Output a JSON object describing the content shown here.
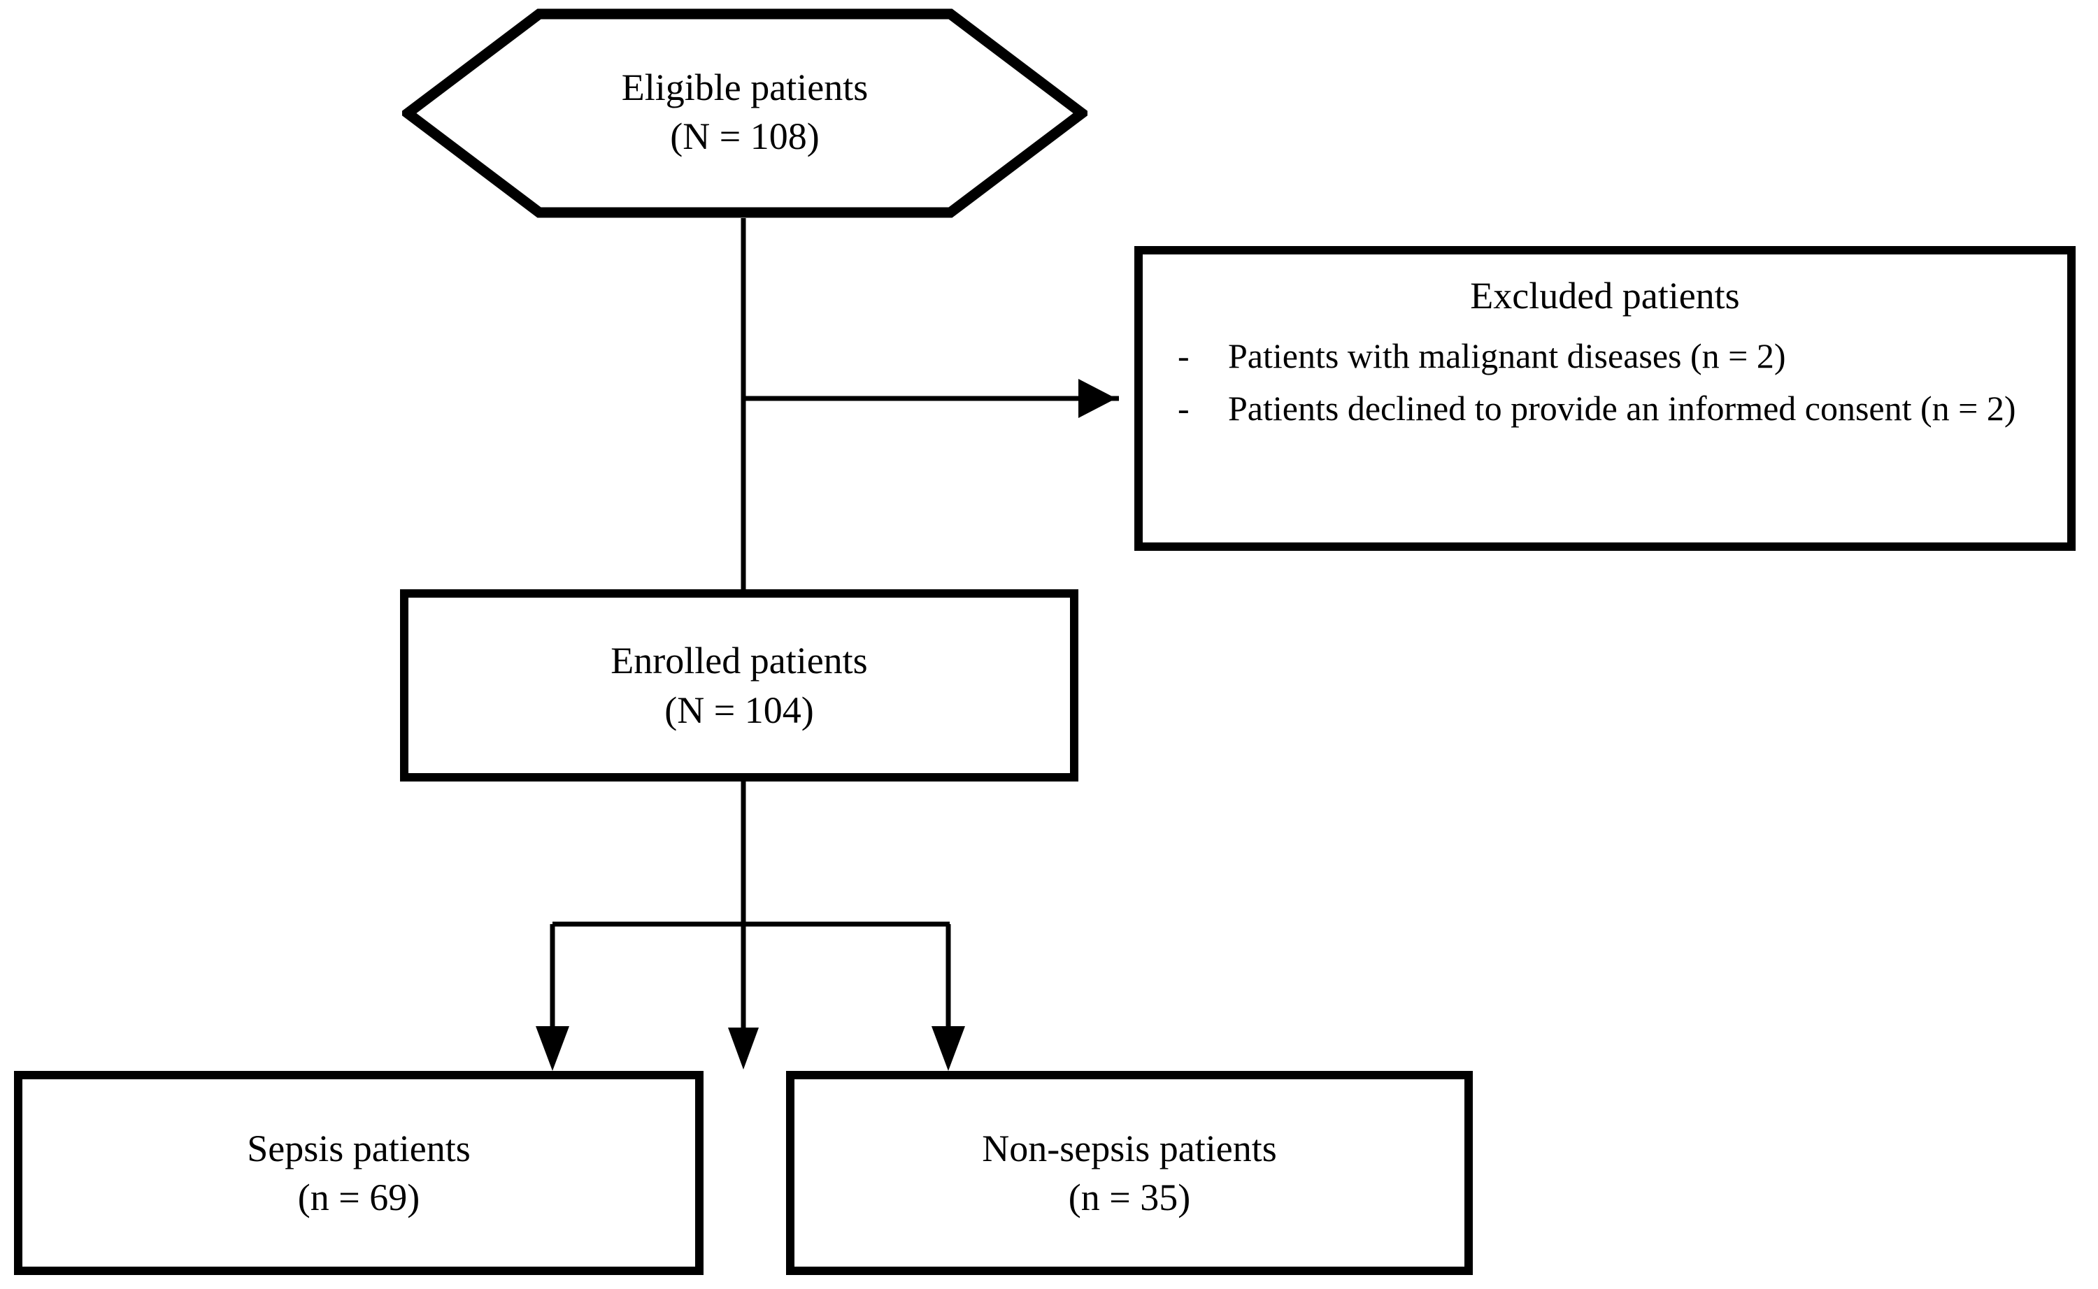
{
  "figure": {
    "type": "consort-flow-diagram",
    "title": "Patient enrollment flow diagram",
    "stroke_color": "#000000",
    "background_color": "#ffffff"
  },
  "nodes": {
    "eligible": {
      "shape": "hexagon",
      "line1": "Eligible patients",
      "line2": "(N = 108)",
      "count_label": "N",
      "count_value": "108"
    },
    "excluded": {
      "shape": "rectangle",
      "title": "Excluded patients",
      "items": [
        {
          "bullet": "-",
          "text": "Patients with malignant diseases (n = 2)",
          "count_value": "2"
        },
        {
          "bullet": "-",
          "text": "Patients declined to provide an informed consent (n = 2)",
          "count_value": "2"
        }
      ]
    },
    "enrolled": {
      "shape": "rectangle",
      "line1": "Enrolled patients",
      "line2": "(N = 104)",
      "count_label": "N",
      "count_value": "104"
    },
    "sepsis": {
      "shape": "rectangle",
      "line1": "Sepsis patients",
      "line2": "(n = 69)",
      "count_label": "n",
      "count_value": "69"
    },
    "nonsepsis": {
      "shape": "rectangle",
      "line1": "Non-sepsis patients",
      "line2": "(n = 35)",
      "count_label": "n",
      "count_value": "35"
    }
  },
  "connectors": [
    {
      "name": "eligible-to-enrolled",
      "from": "eligible",
      "to": "enrolled",
      "arrow": "down"
    },
    {
      "name": "eligible-to-excluded",
      "from": "eligible",
      "to": "excluded",
      "arrow": "right"
    },
    {
      "name": "enrolled-to-sepsis",
      "from": "enrolled",
      "to": "sepsis",
      "arrow": "down"
    },
    {
      "name": "enrolled-to-nonsepsis",
      "from": "enrolled",
      "to": "nonsepsis",
      "arrow": "down"
    }
  ]
}
